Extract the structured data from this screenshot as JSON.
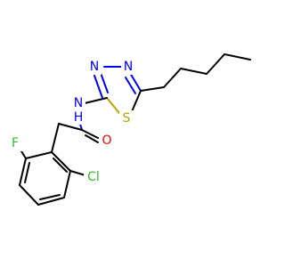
{
  "colors": {
    "carbon": "#000000",
    "nitrogen": "#0000ff",
    "oxygen": "#ff0000",
    "sulfur": "#b8a400",
    "fluorine": "#31b831",
    "chlorine": "#31b831"
  },
  "atoms": {
    "n_thiadiazole_top_left": "N",
    "n_thiadiazole_top_right": "N",
    "nh_amide": "N",
    "h_amide": "H",
    "s_thiadiazole": "S",
    "o_carbonyl": "O",
    "f_substituent": "F",
    "cl_substituent": "Cl"
  }
}
